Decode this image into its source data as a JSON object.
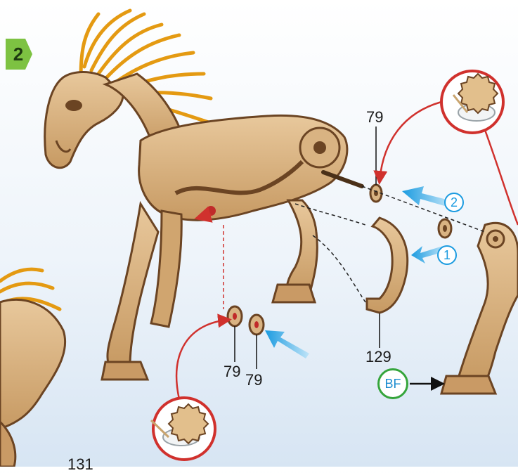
{
  "step": {
    "number": "2"
  },
  "part_labels": {
    "washer_top": "79",
    "bracket": "129",
    "washer_left": "79",
    "washer_right": "79",
    "corner_part": "131"
  },
  "order_markers": {
    "first": "1",
    "second": "2"
  },
  "glue_badge": {
    "text": "BF"
  },
  "colors": {
    "wood": "#d6ad7a",
    "wood_dark": "#6b4423",
    "mane": "#f2a51a",
    "callout_red": "#d0312d",
    "arrow_blue": "#1b9be0",
    "step_green": "#7dc242",
    "bf_green": "#35a53b"
  },
  "icons": [
    "glue-pot-icon",
    "gear-part-icon"
  ]
}
